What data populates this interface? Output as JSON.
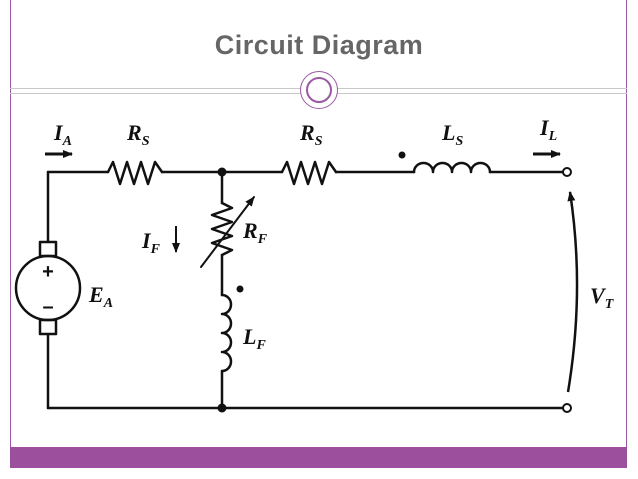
{
  "slide": {
    "title": "Circuit Diagram"
  },
  "diagram": {
    "labels": {
      "ia": {
        "main": "I",
        "sub": "A"
      },
      "rs1": {
        "main": "R",
        "sub": "S"
      },
      "rs2": {
        "main": "R",
        "sub": "S"
      },
      "ls": {
        "main": "L",
        "sub": "S"
      },
      "il": {
        "main": "I",
        "sub": "L"
      },
      "if": {
        "main": "I",
        "sub": "F"
      },
      "rf": {
        "main": "R",
        "sub": "F"
      },
      "ea": {
        "main": "E",
        "sub": "A"
      },
      "lf": {
        "main": "L",
        "sub": "F"
      },
      "vt": {
        "main": "V",
        "sub": "T"
      }
    },
    "source_polarity": {
      "plus": "+",
      "minus": "–"
    }
  },
  "colors": {
    "accent": "#9b4f9d",
    "title": "#666666",
    "wire": "#111111"
  }
}
